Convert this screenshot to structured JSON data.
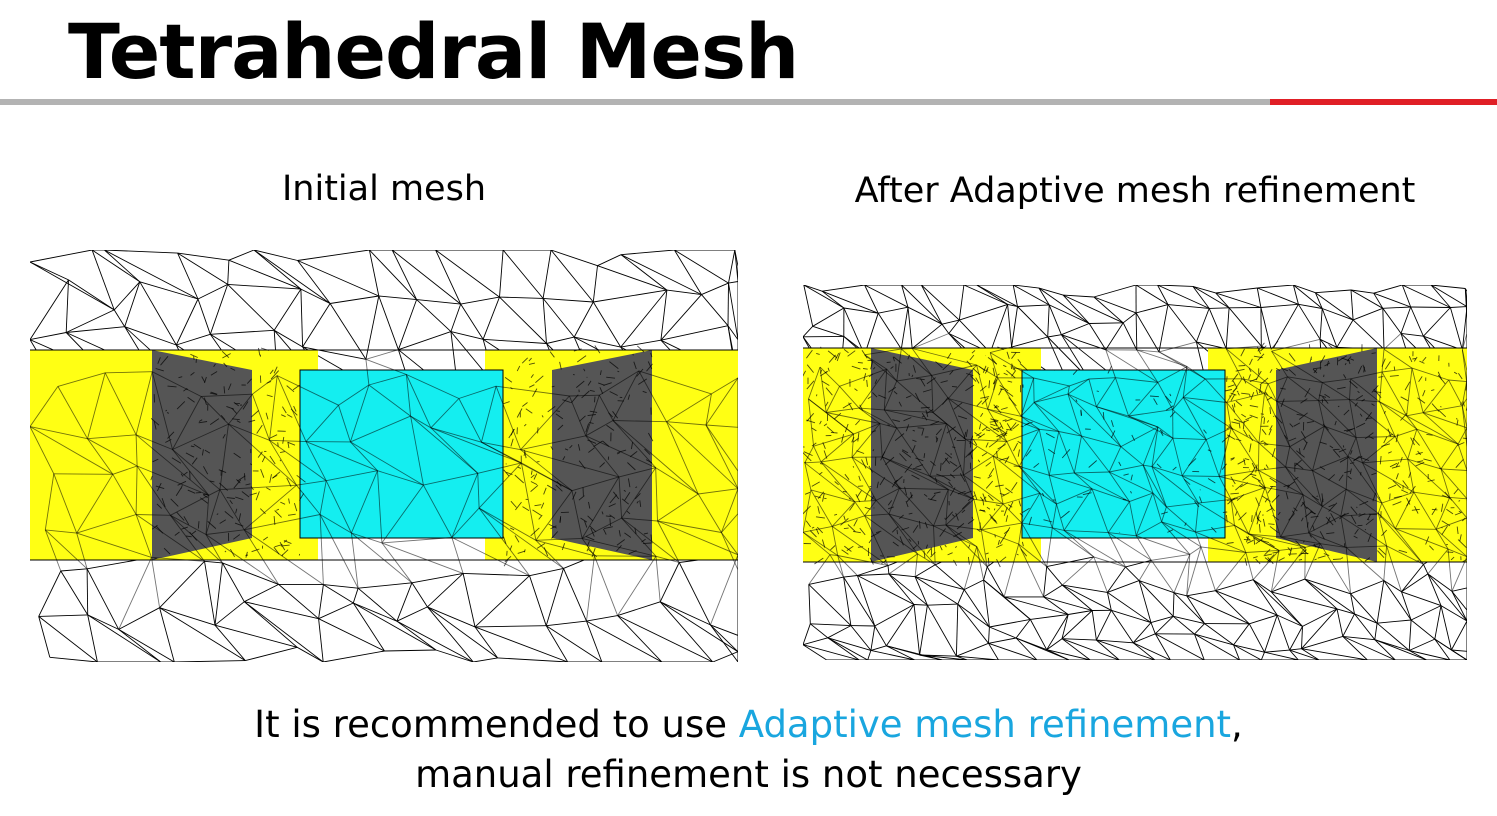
{
  "title": "Tetrahedral Mesh",
  "colors": {
    "rule_gray": "#b3b3b3",
    "rule_red": "#e01f26",
    "yellow": "#ffff14",
    "dark_gray": "#555555",
    "cyan": "#14eef0",
    "highlight": "#19a6df"
  },
  "panels": [
    {
      "caption": "Initial mesh",
      "density": "coarse"
    },
    {
      "caption": "After Adaptive mesh refinement",
      "density": "fine"
    }
  ],
  "footer": {
    "line1_prefix": "It is recommended to use ",
    "line1_highlight": "Adaptive mesh refinement",
    "line1_suffix": ",",
    "line2": "manual refinement is not necessary"
  }
}
